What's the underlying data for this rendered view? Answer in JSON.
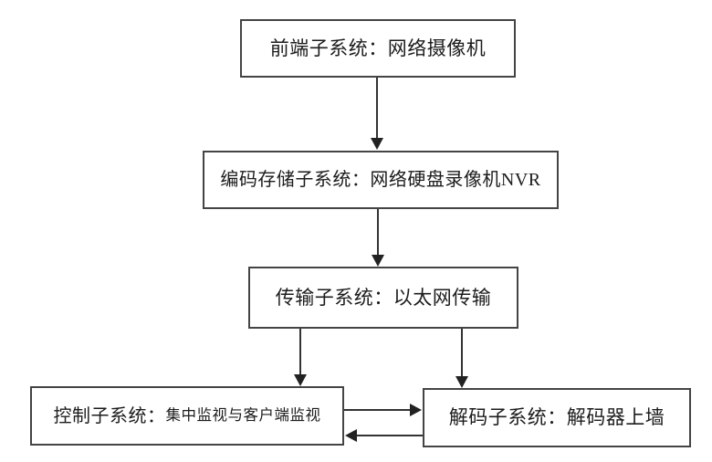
{
  "diagram": {
    "type": "flowchart",
    "background": "#ffffff",
    "colors": {
      "node_border": "#444444",
      "node_fill": "#ffffff",
      "text": "#1c1c1c",
      "arrow": "#2b2b2b"
    },
    "nodes": {
      "frontend": {
        "label": "前端子系统：网络摄像机"
      },
      "storage": {
        "label": "编码存储子系统：网络硬盘录像机NVR"
      },
      "transmission": {
        "label": "传输子系统：以太网传输"
      },
      "control": {
        "label_head": "控制子系统：",
        "label_tail": "集中监视与客户端监视"
      },
      "decoder": {
        "label": "解码子系统：解码器上墙"
      }
    },
    "edges": [
      {
        "from": "frontend",
        "to": "storage",
        "direction": "down"
      },
      {
        "from": "storage",
        "to": "transmission",
        "direction": "down"
      },
      {
        "from": "transmission",
        "to": "control",
        "direction": "down"
      },
      {
        "from": "transmission",
        "to": "decoder",
        "direction": "down"
      },
      {
        "from": "control",
        "to": "decoder",
        "direction": "right"
      },
      {
        "from": "decoder",
        "to": "control",
        "direction": "left"
      }
    ]
  }
}
